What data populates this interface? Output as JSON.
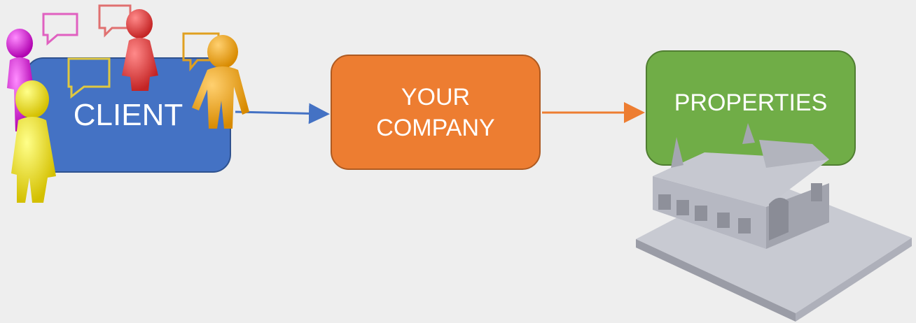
{
  "nodes": {
    "client": {
      "label": "CLIENT",
      "color": "#4472c4"
    },
    "company": {
      "label": "YOUR\nCOMPANY",
      "color": "#ed7d31"
    },
    "properties": {
      "label": "PROPERTIES",
      "color": "#70ad47"
    }
  },
  "edges": [
    {
      "from": "client",
      "to": "company",
      "color": "#4472c4"
    },
    {
      "from": "company",
      "to": "properties",
      "color": "#ed7d31"
    }
  ],
  "illustrations": [
    "people-with-speech-bubbles",
    "house-3d-model"
  ]
}
